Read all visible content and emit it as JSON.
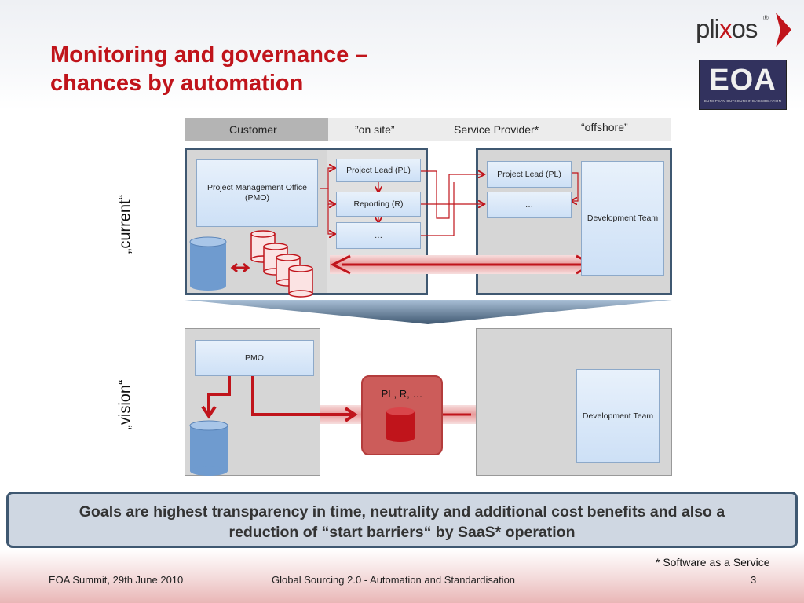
{
  "title_line1": "Monitoring and governance –",
  "title_line2": "chances by automation",
  "logo": {
    "brand_prefix": "pli",
    "brand_x": "x",
    "brand_suffix": "os",
    "reg": "®",
    "eoa_letters": "EOA",
    "eoa_sub": "EUROPEAN OUTSOURCING ASSOCIATION"
  },
  "header": {
    "customer": "Customer",
    "on_site": "”on site”",
    "provider": "Service Provider*",
    "offshore": "“offshore”"
  },
  "labels": {
    "current": "„current“",
    "vision": "„vision“"
  },
  "current": {
    "pmo": "Project Management Office (PMO)",
    "pl_left": "Project Lead (PL)",
    "reporting": "Reporting (R)",
    "etc_left": "…",
    "pl_right": "Project Lead (PL)",
    "etc_right": "…",
    "dev_team": "Development Team"
  },
  "vision": {
    "pmo": "PMO",
    "plr": "PL, R, …",
    "dev_team": "Development Team"
  },
  "goal_line1": "Goals are highest transparency in time, neutrality and additional cost benefits and also a",
  "goal_line2": "reduction of “start barriers“ by SaaS* operation",
  "note": "* Software as a Service",
  "footer": {
    "left": "EOA Summit, 29th June 2010",
    "center": "Global Sourcing 2.0 - Automation and Standardisation",
    "page": "3"
  },
  "colors": {
    "title": "#c0141b",
    "panel_border": "#3f5871",
    "panel_fill": "#d6d6d6",
    "arrow": "#c0141b",
    "db_blue": "#6f9bcf",
    "db_red": "#f2d6d6"
  }
}
